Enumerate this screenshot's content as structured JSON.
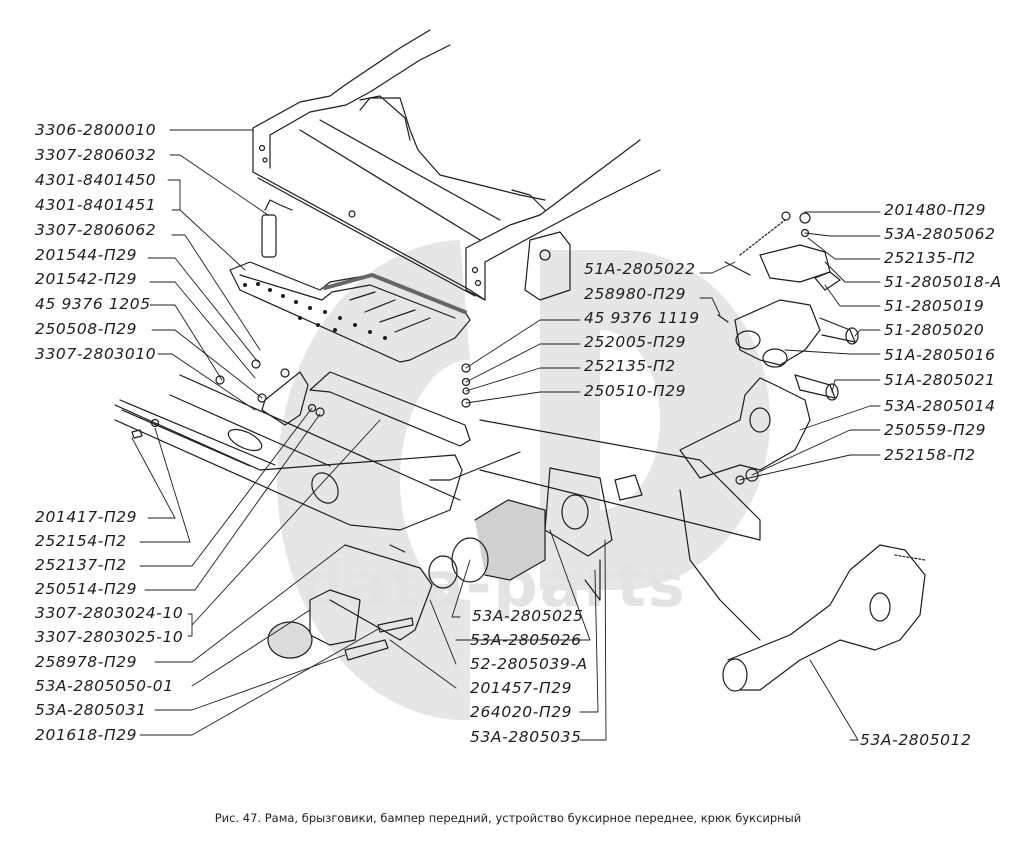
{
  "figure": {
    "caption": "Рис. 47. Рама, брызговики, бампер передний, устройство буксирное переднее, крюк буксирный",
    "watermark_text": "data-parts",
    "watermark_color": "#e0e0e0",
    "line_color": "#1d1d1d"
  },
  "labels_left": [
    "3306-2800010",
    "3307-2806032",
    "4301-8401450",
    "4301-8401451",
    "3307-2806062",
    "201544-П29",
    "201542-П29",
    "45 9376 1205",
    "250508-П29",
    "3307-2803010"
  ],
  "labels_left_bottom": [
    "201417-П29",
    "252154-П2",
    "252137-П2",
    "250514-П29",
    "3307-2803024-10",
    "3307-2803025-10",
    "258978-П29",
    "53А-2805050-01",
    "53А-2805031",
    "201618-П29"
  ],
  "labels_center": [
    "51А-2805022",
    "258980-П29",
    "45 9376 1119",
    "252005-П29",
    "252135-П2",
    "250510-П29"
  ],
  "labels_right": [
    "201480-П29",
    "53А-2805062",
    "252135-П2",
    "51-2805018-А",
    "51-2805019",
    "51-2805020",
    "51А-2805016",
    "51А-2805021",
    "53А-2805014",
    "250559-П29",
    "252158-П2"
  ],
  "labels_center_bottom": [
    "53А-2805025",
    "53А-2805026",
    "52-2805039-А",
    "201457-П29",
    "264020-П29",
    "53А-2805035"
  ],
  "label_hook": "53А-2805012"
}
